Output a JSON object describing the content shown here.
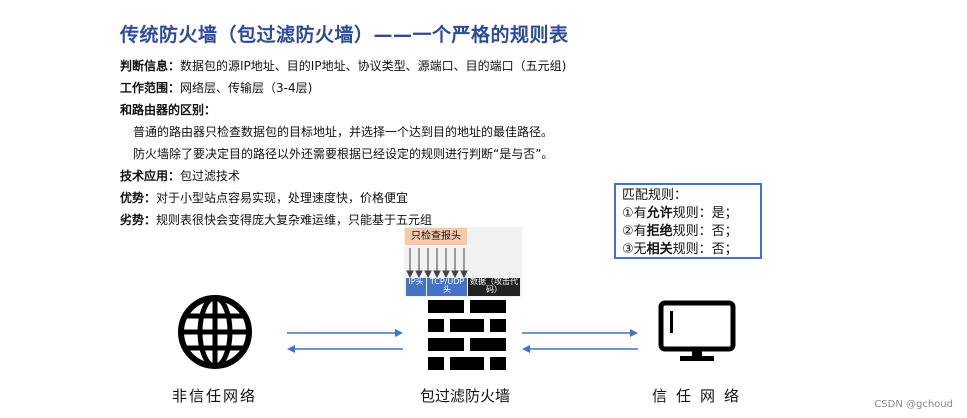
{
  "title": "传统防火墙（包过滤防火墙）——一个严格的规则表",
  "info": [
    {
      "label": "判断信息：",
      "text": "数据包的源IP地址、目的IP地址、协议类型、源端口、目的端口（五元组)"
    },
    {
      "label": "工作范围：",
      "text": "网络层、传输层（3-4层)"
    },
    {
      "label": "和路由器的区别：",
      "text": ""
    },
    {
      "label": "",
      "text": "普通的路由器只检查数据包的目标地址，并选择一个达到目的地址的最佳路径。"
    },
    {
      "label": "",
      "text": "防火墙除了要决定目的路径以外还需要根据已经设定的规则进行判断“是与否”。"
    },
    {
      "label": "技术应用：",
      "text": "包过滤技术"
    },
    {
      "label": "优势：",
      "text": "对于小型站点容易实现，处理速度快，价格便宜"
    },
    {
      "label": "劣势：",
      "text": "规则表很快会变得庞大复杂难运维，只能基于五元组"
    }
  ],
  "rules": {
    "header": "匹配规则：",
    "items": [
      {
        "prefix": "①有",
        "keyword": "允许",
        "suffix": "规则：是；"
      },
      {
        "prefix": "②有",
        "keyword": "拒绝",
        "suffix": "规则：否；"
      },
      {
        "prefix": "③无",
        "keyword": "相关",
        "suffix": "规则：否；"
      }
    ]
  },
  "packet": {
    "check_label": "只检查报头",
    "cells": [
      "IP头",
      "TCP/UDP头",
      "数据（攻击代码）"
    ]
  },
  "nodes": {
    "untrusted": "非信任网络",
    "firewall": "包过滤防火墙",
    "trusted": "信任网络"
  },
  "colors": {
    "title": "#2e4a99",
    "accent": "#4472c4",
    "ip_cell": "#4472c4",
    "tcp_cell": "#4472c4",
    "data_cell": "#222222"
  },
  "watermark": "CSDN @gchoud"
}
